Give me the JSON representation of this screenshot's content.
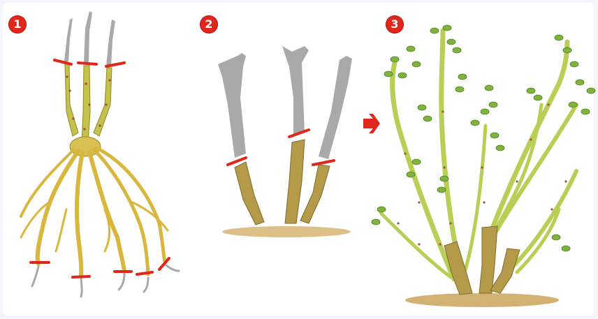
{
  "steps": [
    {
      "number": "1"
    },
    {
      "number": "2"
    },
    {
      "number": "3"
    }
  ],
  "colors": {
    "badge": "#e1261c",
    "cut_mark": "#e1261c",
    "arrow": "#e1261c",
    "cane_yellow": "#c7c64a",
    "cane_dark": "#8c7a2e",
    "trimmed_gray": "#a7a7a7",
    "root_yellow": "#e7c94e",
    "leaf_green": "#7fb33d",
    "soil": "#c9a45b"
  },
  "icons": {
    "arrow": "arrow-right-icon"
  }
}
